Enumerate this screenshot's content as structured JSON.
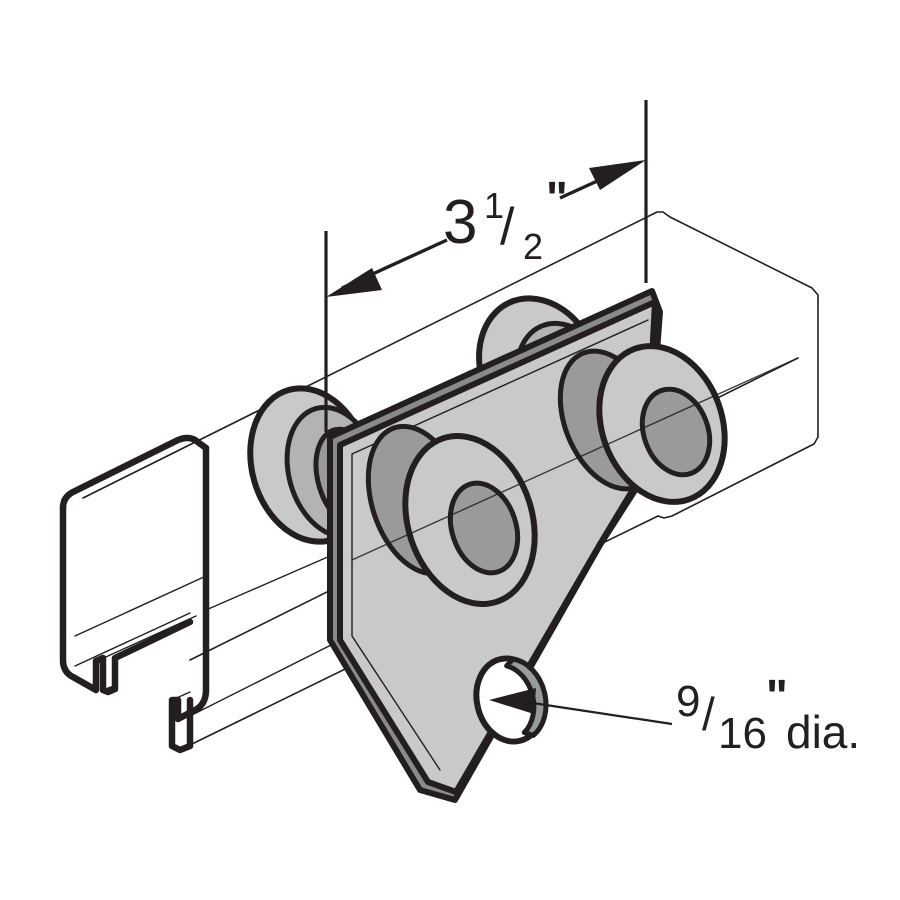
{
  "drawing": {
    "title": "Strut channel trolley roller bracket isometric drawing",
    "background_color": "#ffffff",
    "line_color": "#231f20",
    "face_light_color": "#c9c9c9",
    "face_mid_color": "#b3b3b3",
    "face_dark_color": "#9a9a9a",
    "face_darker_color": "#8a8a8a"
  },
  "dimensions": {
    "width_callout": {
      "whole": "3",
      "numerator": "1",
      "slash": "/",
      "denominator": "2",
      "unit_mark": "\"",
      "full_text": "3 1/2\"",
      "type": "linear-dimension",
      "arrows": "double-ended"
    },
    "hole_callout": {
      "numerator": "9",
      "slash": "/",
      "denominator": "16",
      "unit_mark": "\"",
      "suffix": "dia.",
      "full_text": "9/16\" dia.",
      "type": "leader-callout",
      "arrows": "single-ended"
    }
  },
  "components": {
    "channel": {
      "label": "strut-channel",
      "description": "C-shaped strut channel shown in phantom outline with inturned lips"
    },
    "bracket_plate": {
      "label": "trolley-bracket-plate",
      "description": "Pentagonal tapered mounting plate"
    },
    "rollers": [
      {
        "label": "roller-upper-rear"
      },
      {
        "label": "roller-left-rear"
      },
      {
        "label": "roller-front-left"
      },
      {
        "label": "roller-front-right"
      }
    ],
    "mounting_hole": {
      "label": "mounting-hole"
    }
  }
}
